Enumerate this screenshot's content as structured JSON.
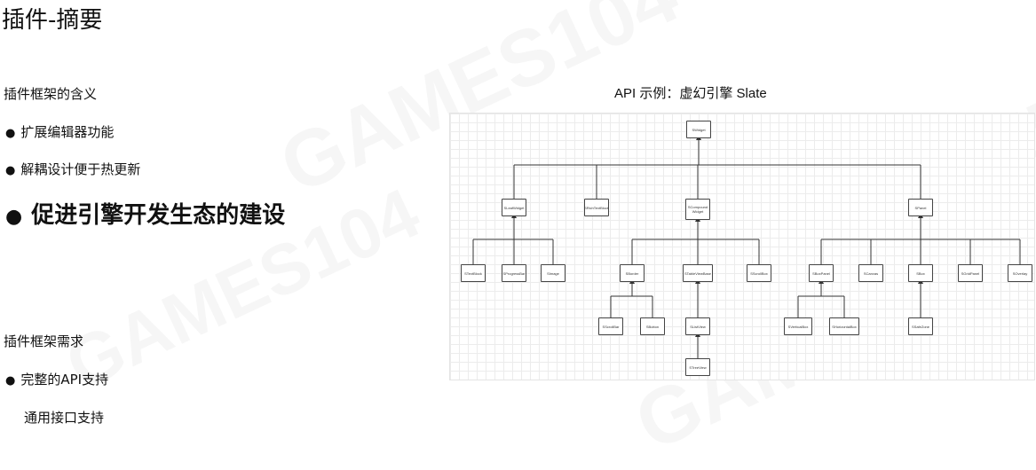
{
  "slide": {
    "title": "插件-摘要",
    "section1_heading": "插件框架的含义",
    "section1_items": [
      "扩展编辑器功能",
      "解耦设计便于热更新"
    ],
    "emphasis": "促进引擎开发生态的建设",
    "section2_heading": "插件框架需求",
    "section2_items": [
      "完整的API支持",
      "通用接口支持"
    ]
  },
  "diagram": {
    "title": "API 示例：虚幻引擎 Slate",
    "nodes": {
      "swidget": "SWidget",
      "sleafwidget": "SLeafWidget",
      "srichtextblock": "SRichTextBlock",
      "scompoundwidget": "SCompound Widget",
      "spanel": "SPanel",
      "stextblock": "STextBlock",
      "sprogressbar": "SProgressBar",
      "simage": "SImage",
      "sborder": "SBorder",
      "stableviewbase": "STableViewBase",
      "sscrollbox": "SScrollBox",
      "sboxpanel": "SBoxPanel",
      "scanvas": "SCanvas",
      "sbox": "SBox",
      "sgridpanel": "SGridPanel",
      "soverlay": "SOverlay",
      "sscrollbar": "SScrollBar",
      "sbutton": "SButton",
      "slistview": "SListView",
      "sverticalbox": "SVerticalBox",
      "shorizontalbox": "SHorizontalBox",
      "sdatezone": "SSafeZone",
      "streeview": "STreeView"
    }
  }
}
